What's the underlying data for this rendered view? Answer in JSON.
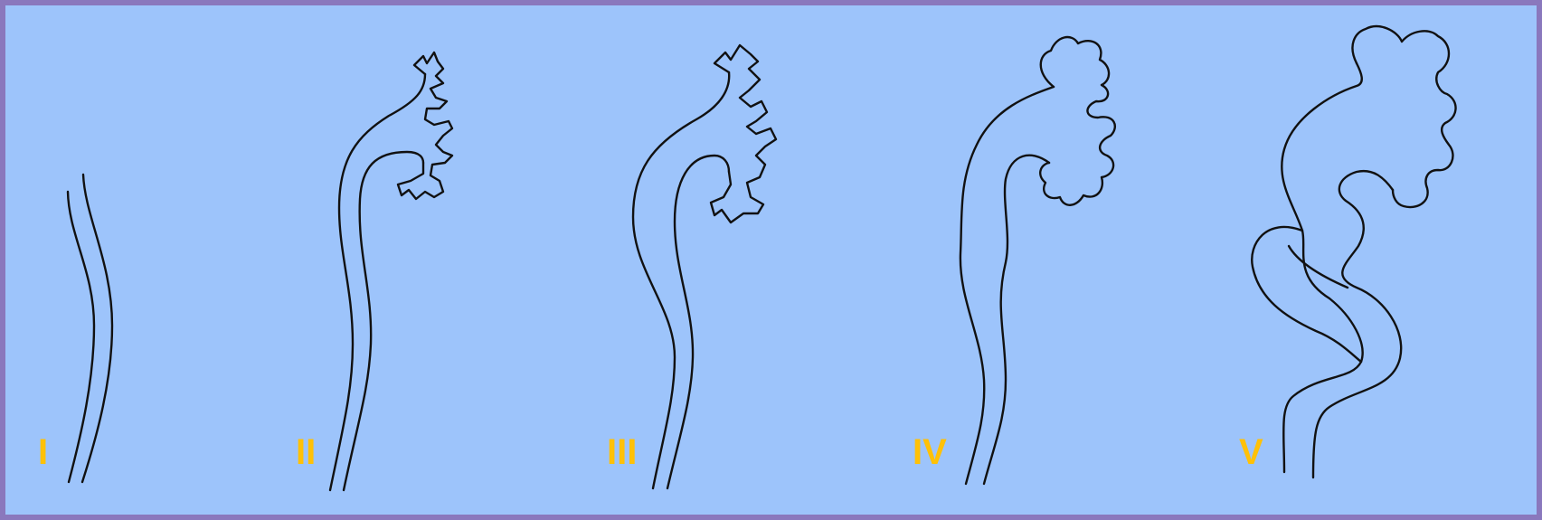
{
  "stages": [
    {
      "label": "I",
      "icon": "straight-duct"
    },
    {
      "label": "II",
      "icon": "duct-with-small-branched-end"
    },
    {
      "label": "III",
      "icon": "duct-with-lobed-end"
    },
    {
      "label": "IV",
      "icon": "dilated-duct-with-wavy-end"
    },
    {
      "label": "V",
      "icon": "tortuous-dilated-duct"
    }
  ],
  "colors": {
    "border": "#8a78bd",
    "background": "#9dc4fb",
    "label": "#ffc107",
    "line": "#111111"
  }
}
